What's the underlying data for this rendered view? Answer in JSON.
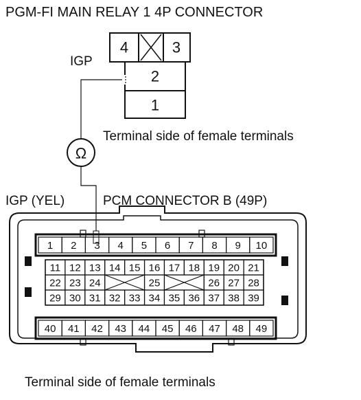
{
  "relay_connector": {
    "title": "PGM-FI MAIN RELAY 1 4P CONNECTOR",
    "caption": "Terminal side of female terminals",
    "pins": [
      "4",
      "3",
      "2",
      "1"
    ],
    "signal": "IGP"
  },
  "meter": {
    "symbol": "Ω"
  },
  "pcm_connector": {
    "signal": "IGP (YEL)",
    "title": "PCM CONNECTOR B (49P)",
    "caption": "Terminal side of female terminals",
    "rows": [
      [
        "1",
        "2",
        "3",
        "4",
        "5",
        "6",
        "7",
        "8",
        "9",
        "10"
      ],
      [
        "11",
        "12",
        "13",
        "14",
        "15",
        "16",
        "17",
        "18",
        "19",
        "20",
        "21"
      ],
      [
        "22",
        "23",
        "24",
        "",
        "",
        "25",
        "",
        "",
        "26",
        "27",
        "28"
      ],
      [
        "29",
        "30",
        "31",
        "32",
        "33",
        "34",
        "35",
        "36",
        "37",
        "38",
        "39"
      ],
      [
        "40",
        "41",
        "42",
        "43",
        "44",
        "45",
        "46",
        "47",
        "48",
        "49"
      ]
    ]
  }
}
